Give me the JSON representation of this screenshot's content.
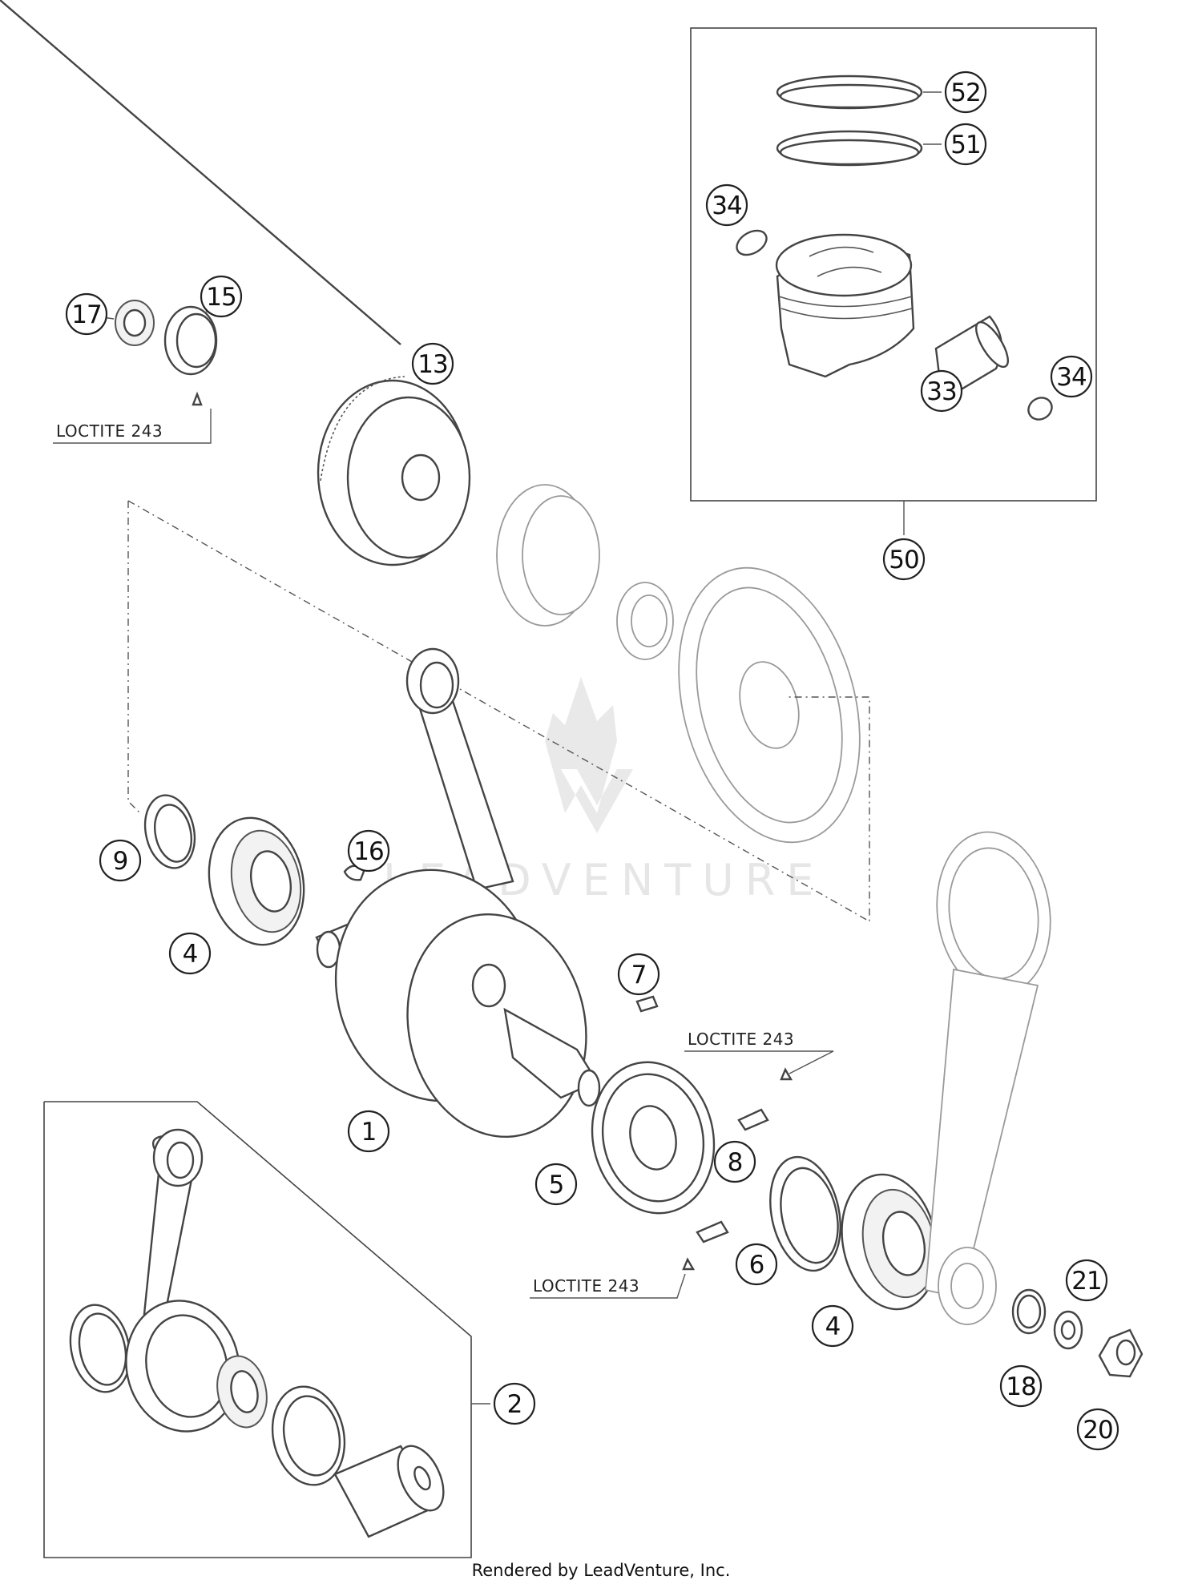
{
  "callouts": [
    {
      "id": "c52",
      "label": "52"
    },
    {
      "id": "c51",
      "label": "51"
    },
    {
      "id": "c34a",
      "label": "34"
    },
    {
      "id": "c34b",
      "label": "34"
    },
    {
      "id": "c33",
      "label": "33"
    },
    {
      "id": "c50",
      "label": "50"
    },
    {
      "id": "c17",
      "label": "17"
    },
    {
      "id": "c15",
      "label": "15"
    },
    {
      "id": "c13",
      "label": "13"
    },
    {
      "id": "c9",
      "label": "9"
    },
    {
      "id": "c4a",
      "label": "4"
    },
    {
      "id": "c16",
      "label": "16"
    },
    {
      "id": "c7",
      "label": "7"
    },
    {
      "id": "c1",
      "label": "1"
    },
    {
      "id": "c5",
      "label": "5"
    },
    {
      "id": "c8",
      "label": "8"
    },
    {
      "id": "c6",
      "label": "6"
    },
    {
      "id": "c4b",
      "label": "4"
    },
    {
      "id": "c2",
      "label": "2"
    },
    {
      "id": "c21",
      "label": "21"
    },
    {
      "id": "c18",
      "label": "18"
    },
    {
      "id": "c20",
      "label": "20"
    }
  ],
  "notes": {
    "loctite_top": "LOCTITE 243",
    "loctite_right": "LOCTITE 243",
    "loctite_bottom": "LOCTITE 243"
  },
  "watermark": {
    "text": "LEADVENTURE"
  },
  "footer": {
    "text": "Rendered by LeadVenture, Inc."
  }
}
